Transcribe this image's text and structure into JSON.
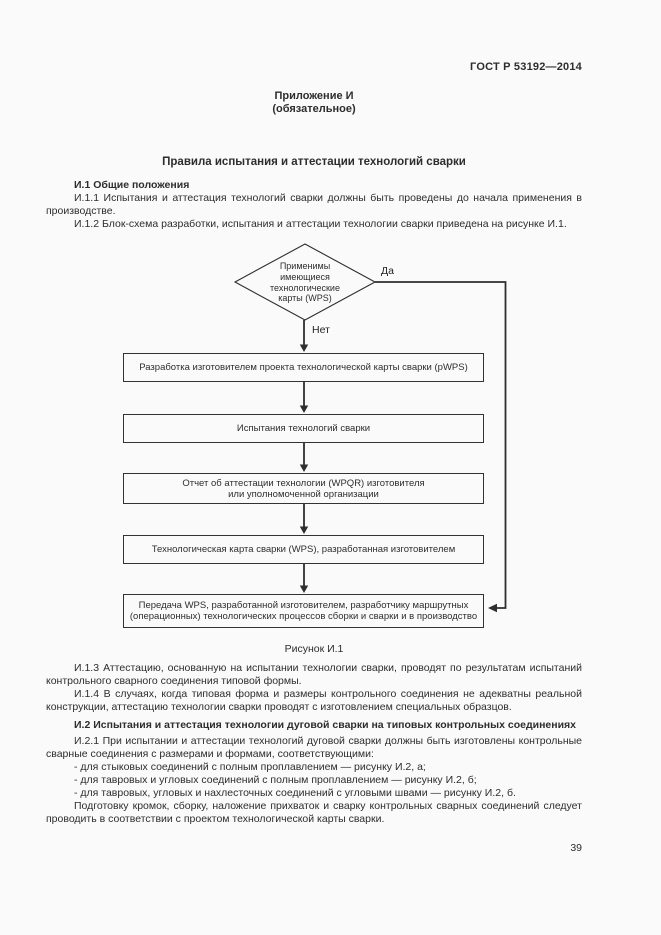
{
  "header": {
    "doc_number": "ГОСТ Р 53192—2014",
    "appendix_label": "Приложение И",
    "appendix_note": "(обязательное)",
    "title": "Правила испытания и аттестации технологий сварки"
  },
  "section_i1": {
    "heading": "И.1 Общие положения",
    "p_i11": "И.1.1 Испытания и аттестация технологий сварки должны быть проведены до начала применения в производстве.",
    "p_i12": "И.1.2 Блок-схема разработки, испытания и аттестации технологии сварки приведена на рисунке И.1.",
    "p_i13": "И.1.3 Аттестацию, основанную на испытании технологии сварки, проводят по результатам испытаний кон­трольного сварного соединения типовой формы.",
    "p_i14": "И.1.4 В случаях, когда типовая форма и размеры контрольного соединения не адекватны реальной кон­струкции, аттестацию технологии сварки проводят с изготовлением специальных образцов."
  },
  "flowchart": {
    "decision": {
      "lines": [
        "Применимы",
        "имеющиеся",
        "технологические",
        "карты (WPS)"
      ],
      "yes_label": "Да",
      "no_label": "Нет"
    },
    "boxes": [
      {
        "lines": [
          "Разработка изготовителем проекта технологической карты сварки (pWPS)"
        ]
      },
      {
        "lines": [
          "Испытания технологий сварки"
        ]
      },
      {
        "lines": [
          "Отчет об аттестации технологии (WPQR) изготовителя",
          "или уполномоченной организации"
        ]
      },
      {
        "lines": [
          "Технологическая карта сварки (WPS), разработанная изготовителем"
        ]
      },
      {
        "lines": [
          "Передача WPS, разработанной изготовителем, разработчику маршрутных",
          "(операционных) технологических процессов сборки и сварки и в производство"
        ]
      }
    ],
    "caption": "Рисунок И.1"
  },
  "section_i2": {
    "heading": "И.2 Испытания и аттестация технологии дуговой сварки на типовых контрольных соединениях",
    "p_i21": "И.2.1 При испытании и аттестации технологий дуговой сварки должны быть изготовлены контрольные свар­ные соединения с размерами и формами, соответствующими:",
    "bullet_1": "- для стыковых соединений с полным проплавлением — рисунку И.2, а;",
    "bullet_2": "- для тавровых и угловых соединений с полным проплавлением — рисунку И.2, б;",
    "bullet_3": "- для тавровых, угловых и нахлесточных соединений с угловыми швами — рисунку И.2, б.",
    "p_final": "Подготовку кромок, сборку, наложение прихваток и сварку контрольных сварных соединений следует прово­дить в соответствии с проектом технологической карты сварки."
  },
  "footer": {
    "page_number": "39"
  },
  "colors": {
    "text": "#2d2d2d",
    "line": "#2e2e2e",
    "background": "#fafafa"
  }
}
